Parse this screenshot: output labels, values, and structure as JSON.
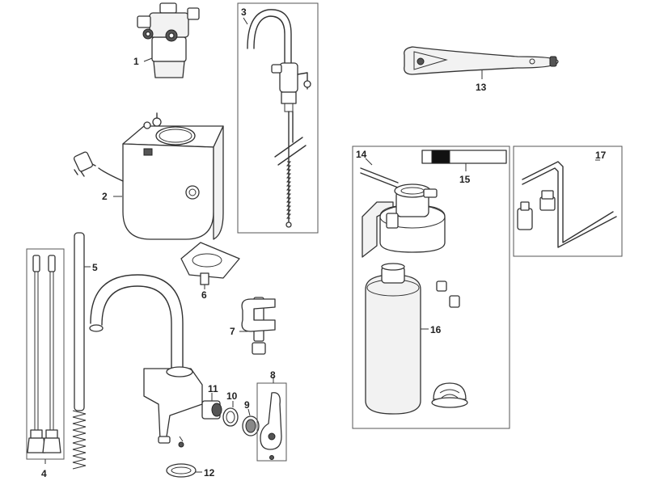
{
  "parts": {
    "p1": "1",
    "p2": "2",
    "p3": "3",
    "p4": "4",
    "p5": "5",
    "p6": "6",
    "p7": "7",
    "p8": "8",
    "p9": "9",
    "p10": "10",
    "p11": "11",
    "p12": "12",
    "p13": "13",
    "p14": "14",
    "p15": "15",
    "p16": "16",
    "p17": "17"
  },
  "colors": {
    "line": "#333333",
    "fill": "#f2f2f2",
    "accent": "#222222"
  }
}
